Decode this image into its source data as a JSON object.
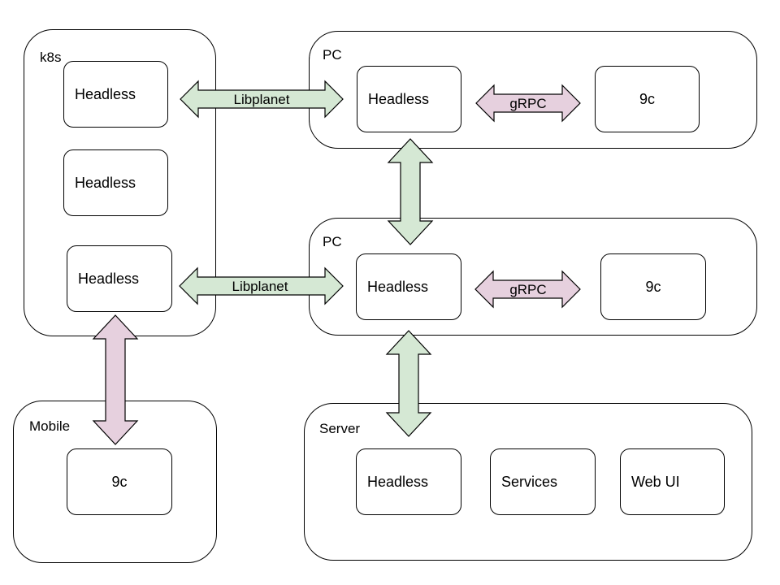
{
  "colors": {
    "libplanet_fill": "#d5e8d4",
    "grpc_fill": "#e6d0de",
    "stroke": "#000000"
  },
  "containers": {
    "k8s": {
      "label": "k8s"
    },
    "pc_top": {
      "label": "PC"
    },
    "pc_mid": {
      "label": "PC"
    },
    "mobile": {
      "label": "Mobile"
    },
    "server": {
      "label": "Server"
    }
  },
  "nodes": {
    "k8s_headless_1": "Headless",
    "k8s_headless_2": "Headless",
    "k8s_headless_3": "Headless",
    "pc_top_headless": "Headless",
    "pc_top_9c": "9c",
    "pc_mid_headless": "Headless",
    "pc_mid_9c": "9c",
    "mobile_9c": "9c",
    "server_headless": "Headless",
    "server_services": "Services",
    "server_webui": "Web UI"
  },
  "connectors": {
    "libplanet_top": {
      "label": "Libplanet",
      "kind": "libplanet"
    },
    "libplanet_bottom": {
      "label": "Libplanet",
      "kind": "libplanet"
    },
    "grpc_top": {
      "label": "gRPC",
      "kind": "grpc"
    },
    "grpc_mid": {
      "label": "gRPC",
      "kind": "grpc"
    },
    "pc_to_pc": {
      "label": "",
      "kind": "libplanet"
    },
    "pc_to_server": {
      "label": "",
      "kind": "libplanet"
    },
    "k8s_to_mobile": {
      "label": "",
      "kind": "grpc"
    }
  }
}
